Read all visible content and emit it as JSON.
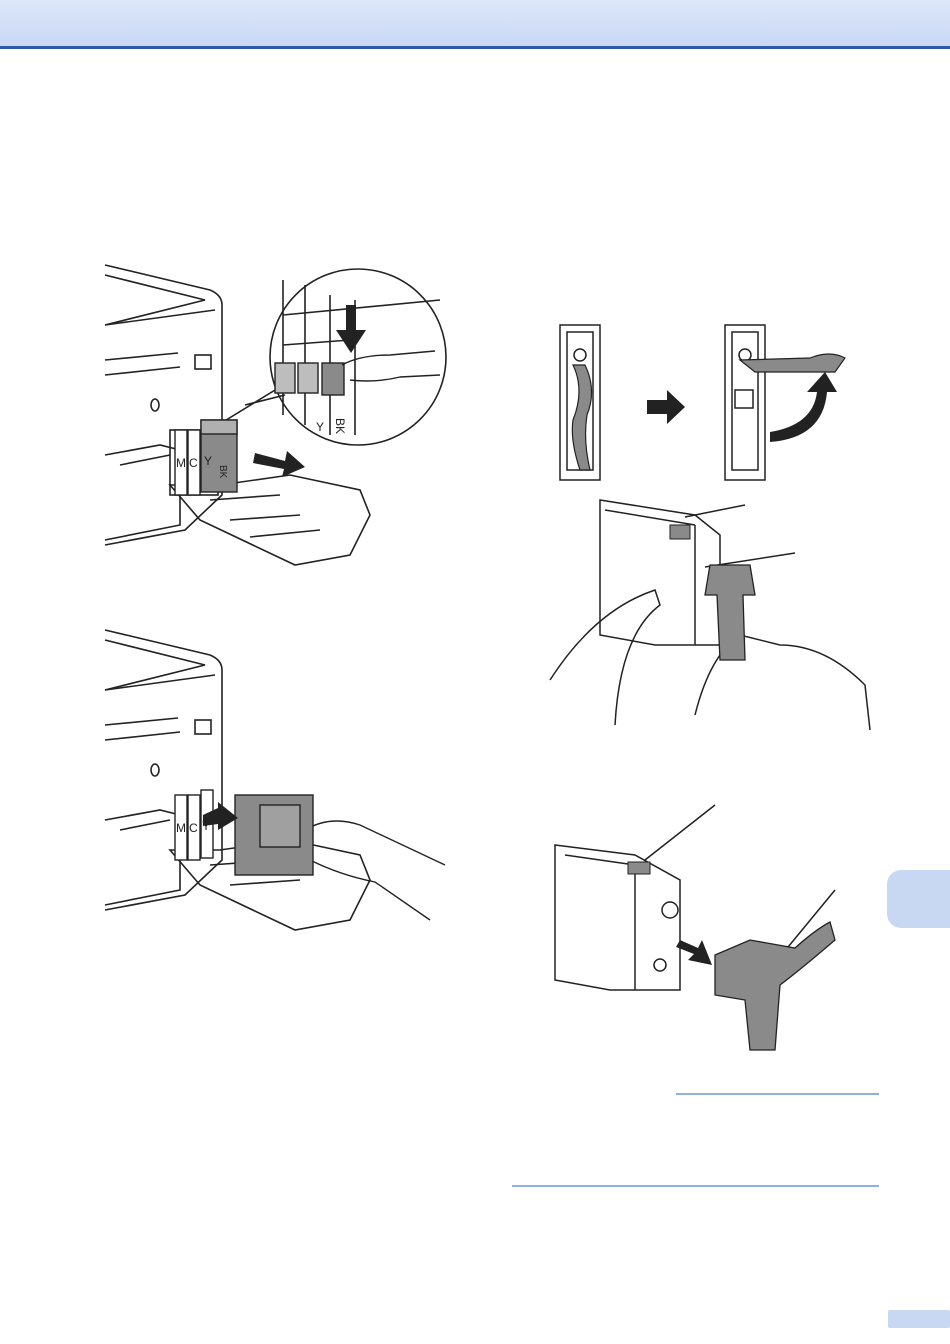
{
  "colors": {
    "header_band": "#c8d8f4",
    "header_line": "#2e5aa8",
    "tab": "#c9d8f2",
    "rule": "#8fb0e4",
    "ink": "#222222",
    "gray_fill": "#8a8a8a"
  },
  "figures": {
    "remove_cartridge": {
      "slot_labels": [
        "M",
        "C",
        "Y",
        "BK"
      ],
      "zoom_labels": [
        "Y",
        "BK"
      ]
    },
    "insert_cartridge": {
      "slot_labels": [
        "M",
        "C",
        "Y"
      ]
    }
  },
  "icons": [
    "arrow-icon",
    "press-down-arrow-icon",
    "rotate-arrow-icon",
    "pull-arrow-icon"
  ]
}
